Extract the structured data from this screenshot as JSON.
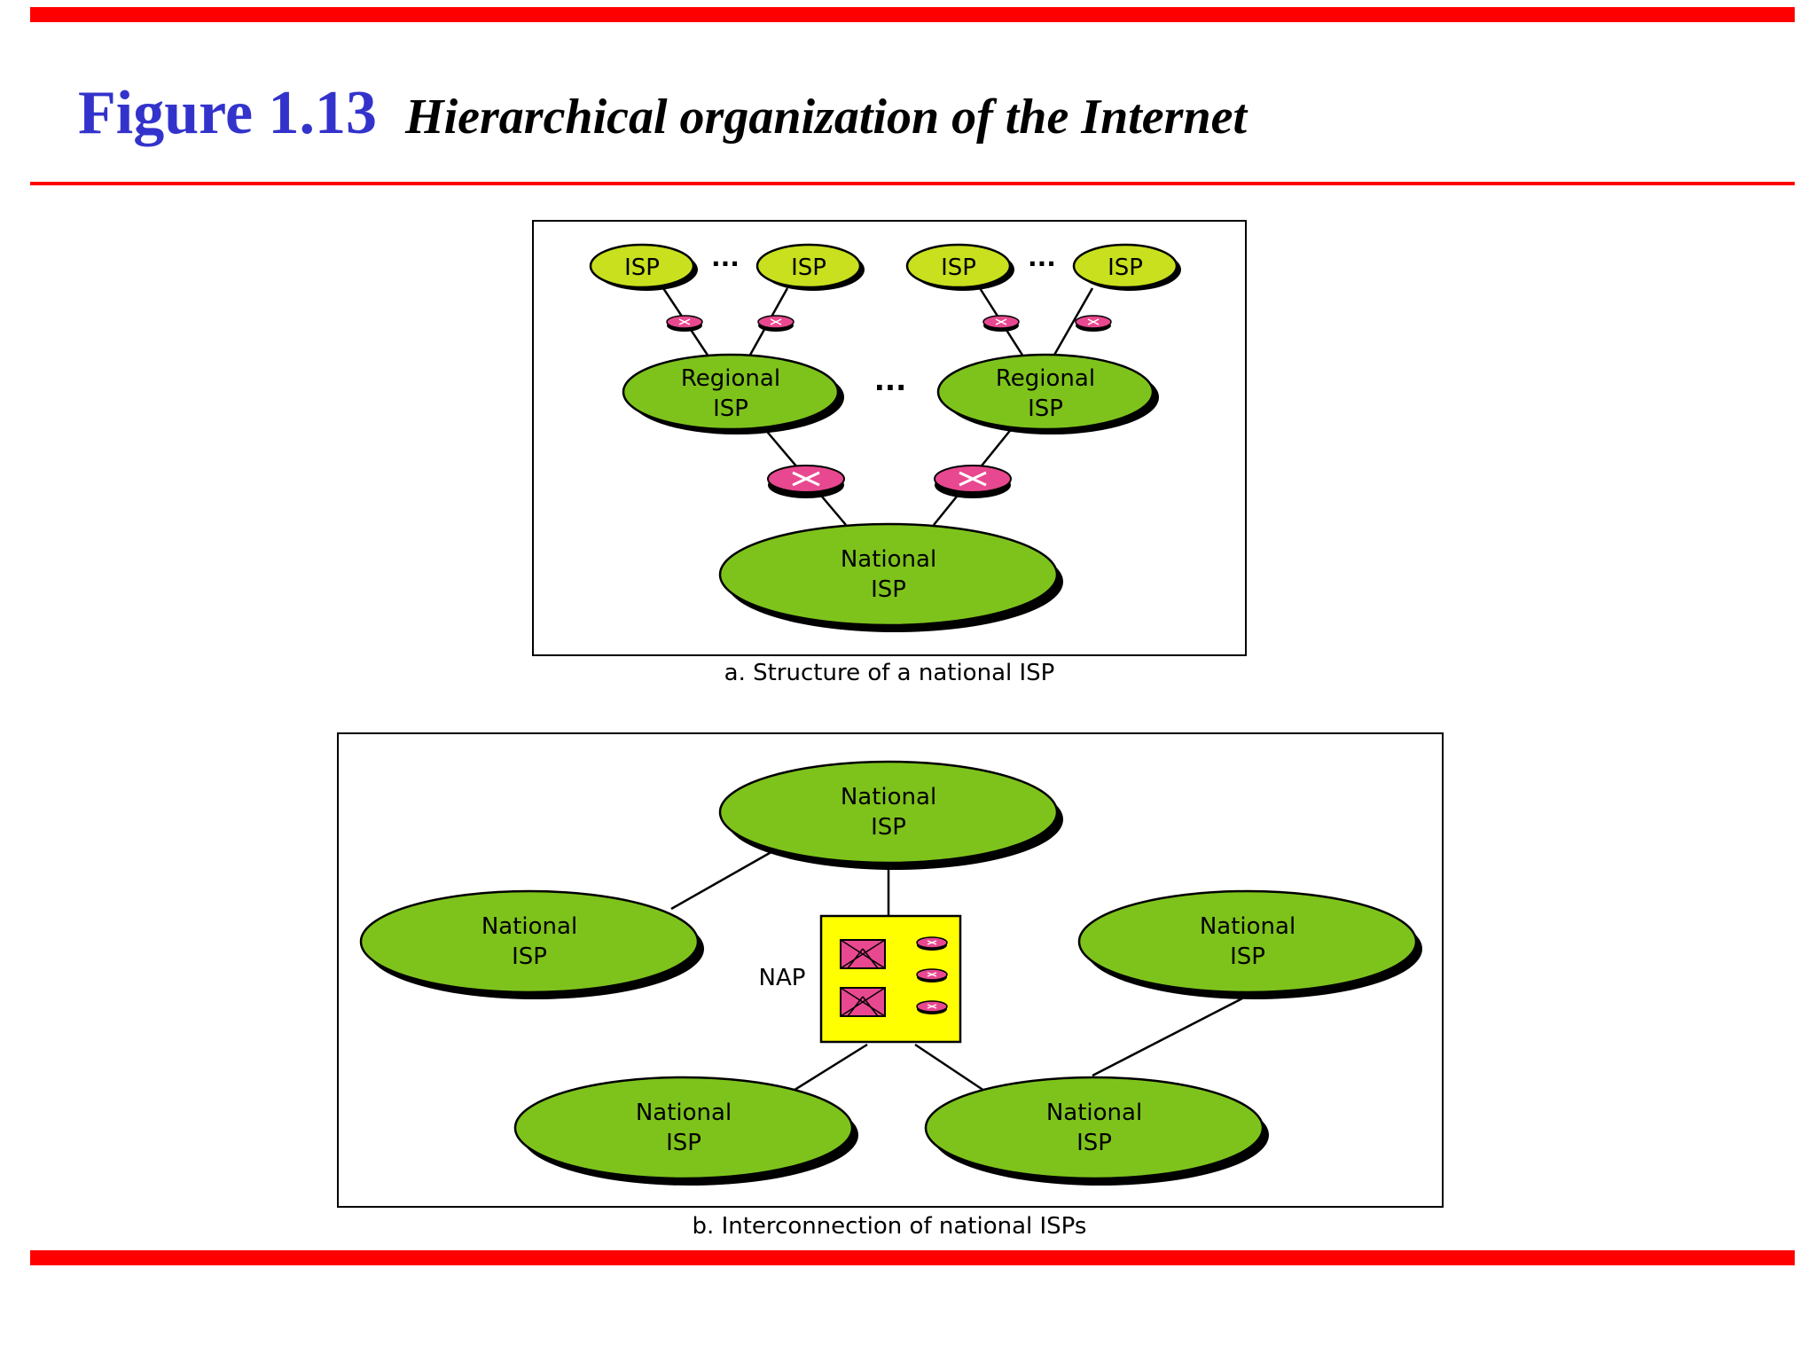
{
  "figure": {
    "number": "Figure 1.13",
    "title": "Hierarchical organization of the Internet"
  },
  "panel_a": {
    "caption": "a. Structure of a national ISP",
    "isp_label": "ISP",
    "regional_line1": "Regional",
    "regional_line2": "ISP",
    "national_line1": "National",
    "national_line2": "ISP",
    "ellipsis": "..."
  },
  "panel_b": {
    "caption": "b. Interconnection of national ISPs",
    "national_line1": "National",
    "national_line2": "ISP",
    "nap_label": "NAP"
  },
  "colors": {
    "title_blue": "#3333cc",
    "rule_red": "#ff0000",
    "isp_fill": "#c8e01e",
    "regional_fill": "#7ec31c",
    "router_fill": "#e8488f",
    "nap_fill": "#ffff00"
  },
  "icons": [
    "router-icon",
    "switch-icon"
  ]
}
